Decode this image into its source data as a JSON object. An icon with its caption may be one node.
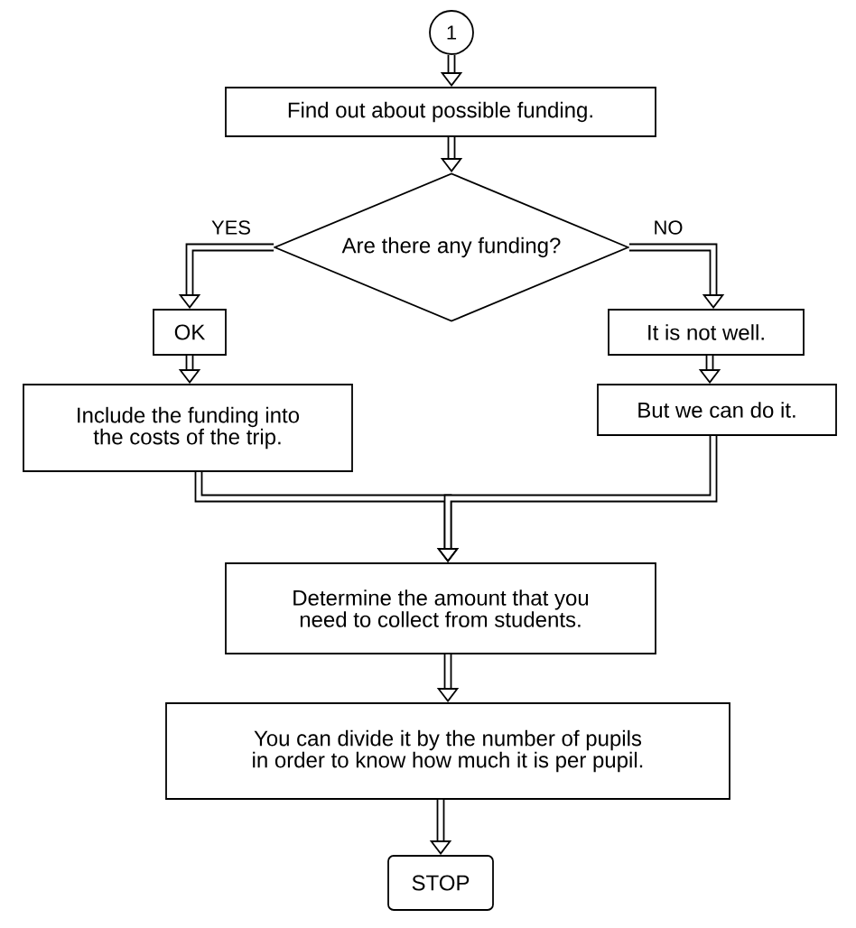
{
  "diagram": {
    "nodes": [
      {
        "text": [
          "1"
        ]
      },
      {
        "text": [
          "Find out about possible funding."
        ]
      },
      {
        "text": [
          "Are there any funding?"
        ]
      },
      {
        "text": [
          "OK"
        ]
      },
      {
        "text": [
          "It is not well."
        ]
      },
      {
        "text": [
          "Include the funding into the costs of the trip."
        ]
      },
      {
        "text": [
          "But we can do it."
        ]
      },
      {
        "text": [
          "Determine the amount that you need to collect from students."
        ]
      },
      {
        "text": [
          "You can divide it by the number of pupils in order to know how much it is per pupil."
        ]
      },
      {
        "text": [
          "STOP"
        ]
      }
    ],
    "edges": [
      {
        "from": 0,
        "to": 1,
        "arrow": "to"
      },
      {
        "from": 1,
        "to": 2,
        "arrow": "to"
      },
      {
        "from": 2,
        "to": 3,
        "arrow": "to",
        "label": "YES"
      },
      {
        "from": 2,
        "to": 4,
        "arrow": "to",
        "label": "NO"
      },
      {
        "from": 3,
        "to": 5,
        "arrow": "to"
      },
      {
        "from": 4,
        "to": 6,
        "arrow": "to"
      },
      {
        "from": 5,
        "to": 7,
        "arrow": "to"
      },
      {
        "from": 6,
        "to": 7,
        "arrow": "to"
      },
      {
        "from": 7,
        "to": 8,
        "arrow": "to"
      },
      {
        "from": 8,
        "to": 9,
        "arrow": "to"
      }
    ]
  }
}
